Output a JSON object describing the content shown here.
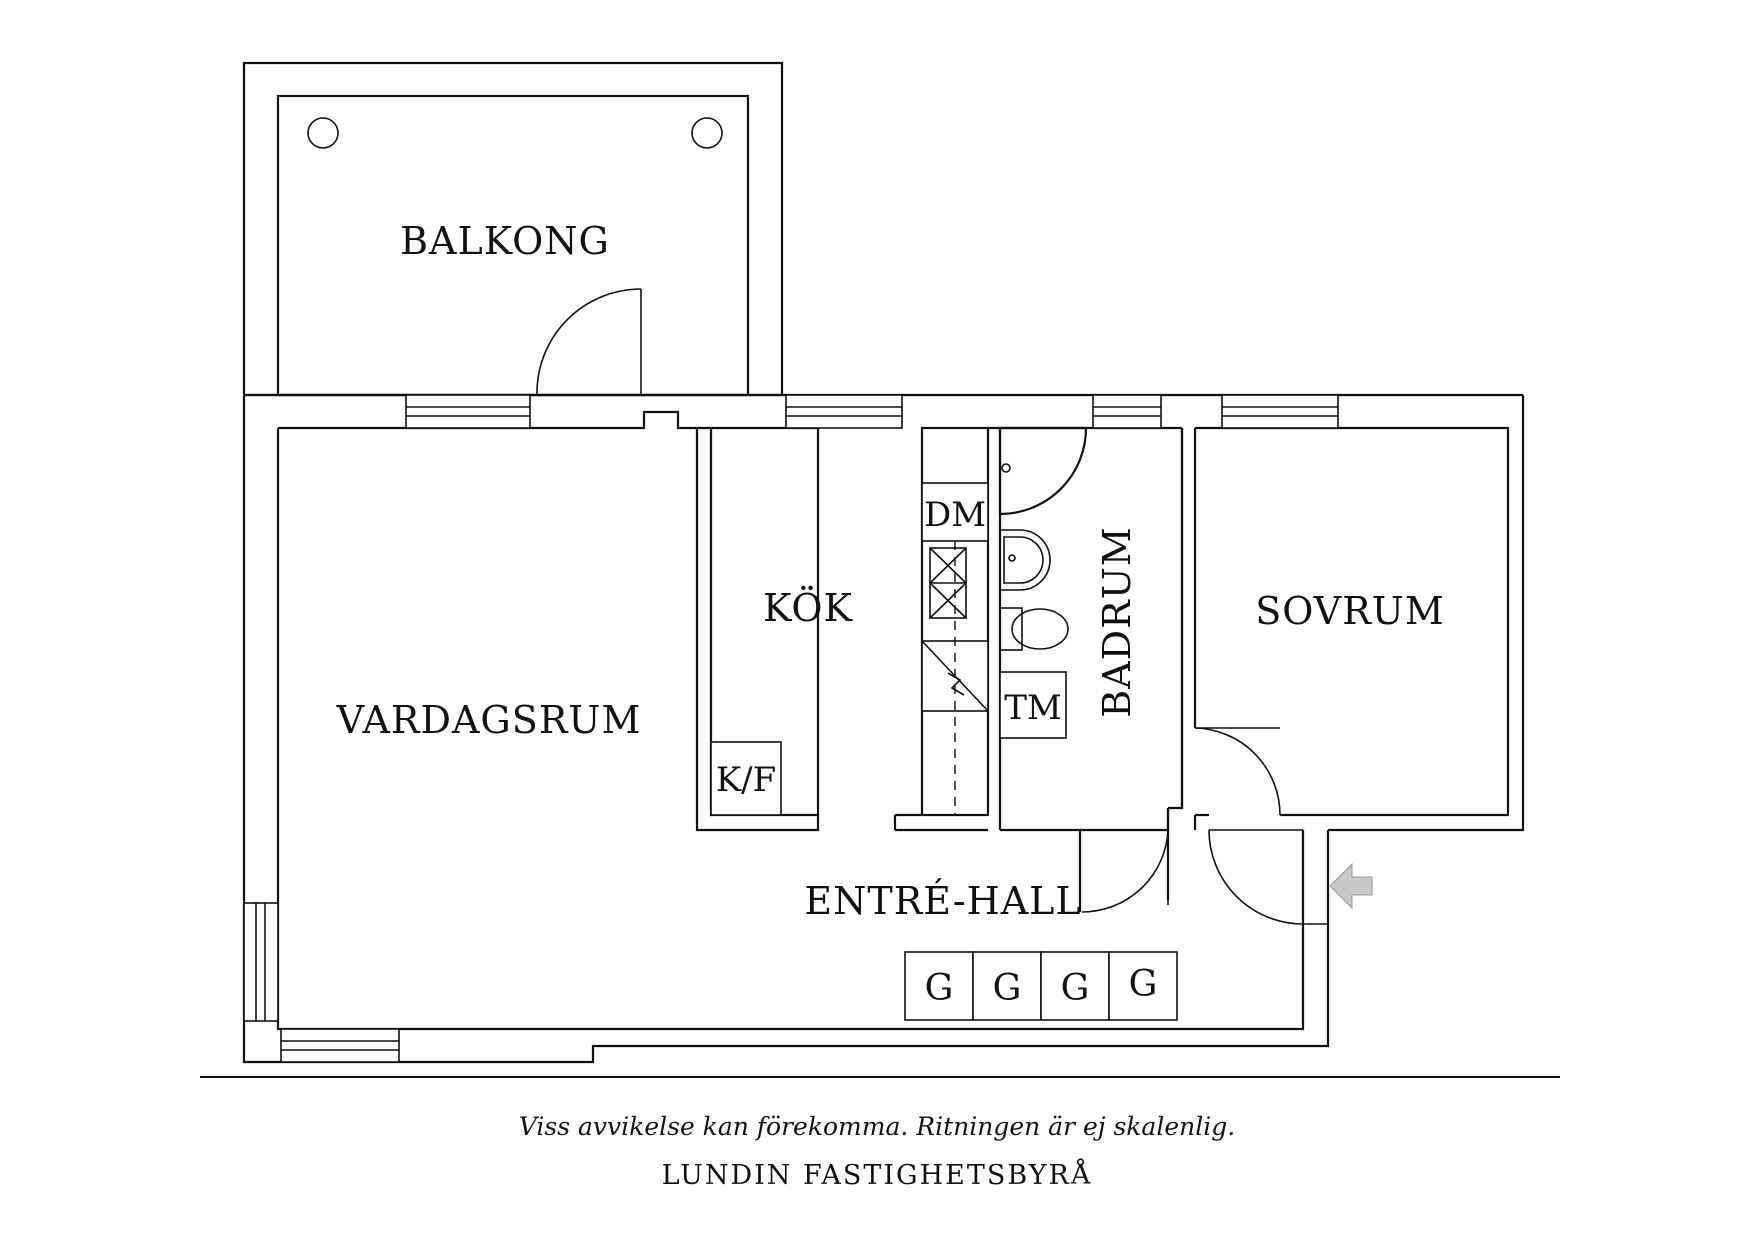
{
  "rooms": {
    "balkong": "BALKONG",
    "vardagsrum": "VARDAGSRUM",
    "kok": "KÖK",
    "badrum": "BADRUM",
    "sovrum": "SOVRUM",
    "entre_hall": "ENTRÉ-HALL"
  },
  "fixtures": {
    "dishwasher": "DM",
    "fridge_freezer": "K/F",
    "washing_machine": "TM",
    "wardrobes": [
      "G",
      "G",
      "G",
      "G"
    ]
  },
  "footer": {
    "note": "Viss avvikelse kan förekomma. Ritningen är ej skalenlig.",
    "brand": "LUNDIN FASTIGHETSBYRÅ"
  },
  "colors": {
    "line": "#111111",
    "entrance_arrow": "#c8c8c8"
  }
}
